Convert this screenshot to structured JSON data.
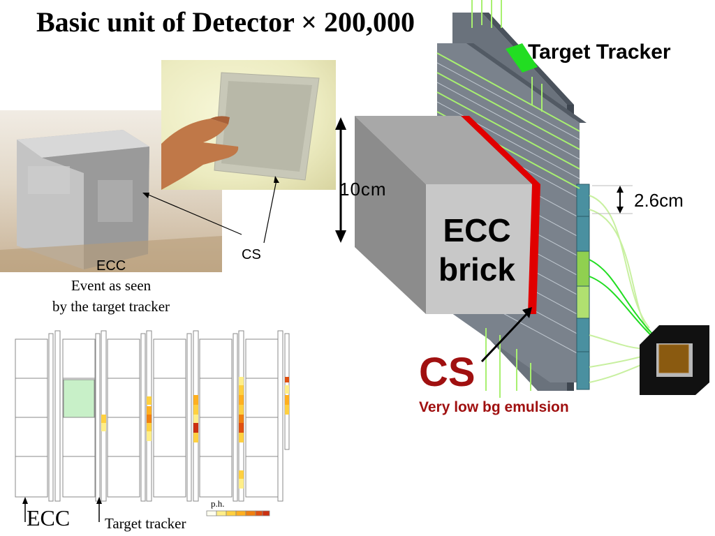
{
  "title": "Basic unit of Detector × 200,000",
  "labels": {
    "target_tracker": "Target Tracker",
    "ecc_photo": "ECC",
    "cs_photo": "CS",
    "event_line1": "Event as seen",
    "event_line2": "by the target tracker",
    "brick_height": "10cm",
    "strip_width": "2.6cm",
    "ecc_brick_line1": "ECC",
    "ecc_brick_line2": "brick",
    "cs_big": "CS",
    "very_low_bg": "Very low bg emulsion",
    "ecc_bottom": "ECC",
    "target_tracker_bottom": "Target tracker",
    "ph": "p.h."
  },
  "colors": {
    "brick_front": "#c8c8c8",
    "brick_top": "#a8a8a8",
    "brick_side": "#8c8c8c",
    "cs_sheet": "#e00000",
    "cs_text": "#a01010",
    "fiber": "#a8f070",
    "fiber_hit": "#22dd22",
    "strip_dark": "#5a6470",
    "strip_cyan": "#4a90a0",
    "strip_hit": "#90d050",
    "ecc_hit": "#c8f0c8"
  },
  "hit_scale": [
    "#fffff0",
    "#ffee88",
    "#ffd040",
    "#ffb020",
    "#f08010",
    "#e05010",
    "#cc3010"
  ]
}
